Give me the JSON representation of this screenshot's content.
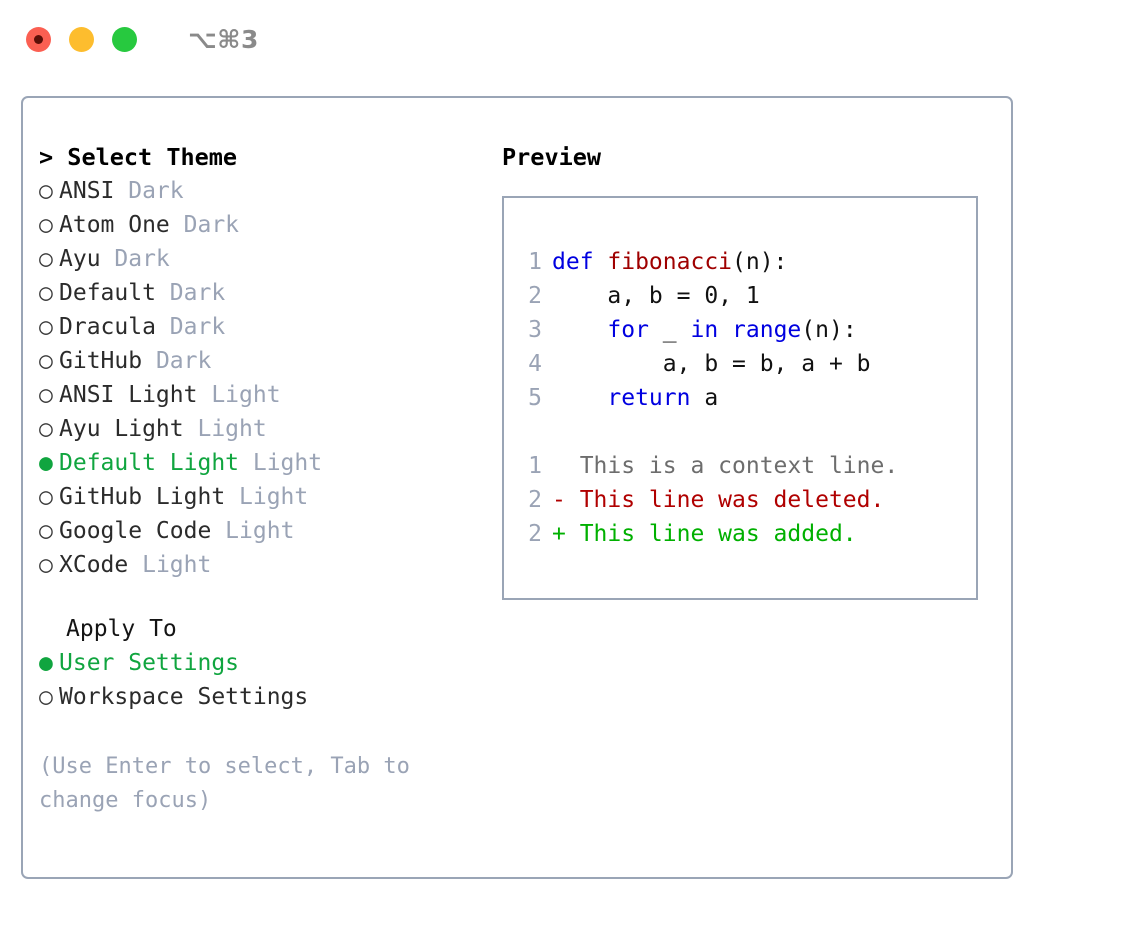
{
  "window": {
    "title": "⌥⌘3",
    "buttons": [
      "close",
      "minimize",
      "maximize"
    ]
  },
  "theme_section": {
    "header": "> Select Theme",
    "items": [
      {
        "bullet": "○",
        "name": "ANSI",
        "variant": "Dark",
        "selected": false
      },
      {
        "bullet": "○",
        "name": "Atom One",
        "variant": "Dark",
        "selected": false
      },
      {
        "bullet": "○",
        "name": "Ayu",
        "variant": "Dark",
        "selected": false
      },
      {
        "bullet": "○",
        "name": "Default",
        "variant": "Dark",
        "selected": false
      },
      {
        "bullet": "○",
        "name": "Dracula",
        "variant": "Dark",
        "selected": false
      },
      {
        "bullet": "○",
        "name": "GitHub",
        "variant": "Dark",
        "selected": false
      },
      {
        "bullet": "○",
        "name": "ANSI Light",
        "variant": "Light",
        "selected": false
      },
      {
        "bullet": "○",
        "name": "Ayu Light",
        "variant": "Light",
        "selected": false
      },
      {
        "bullet": "●",
        "name": "Default Light",
        "variant": "Light",
        "selected": true
      },
      {
        "bullet": "○",
        "name": "GitHub Light",
        "variant": "Light",
        "selected": false
      },
      {
        "bullet": "○",
        "name": "Google Code",
        "variant": "Light",
        "selected": false
      },
      {
        "bullet": "○",
        "name": "XCode",
        "variant": "Light",
        "selected": false
      }
    ]
  },
  "apply_section": {
    "header": "Apply To",
    "items": [
      {
        "bullet": "●",
        "label": "User Settings",
        "selected": true
      },
      {
        "bullet": "○",
        "label": "Workspace Settings",
        "selected": false
      }
    ]
  },
  "hint": {
    "line1": "(Use Enter to select, Tab to",
    "line2": "change focus)"
  },
  "preview": {
    "title": "Preview",
    "code_lines": [
      {
        "num": "1",
        "tokens": [
          {
            "t": "def ",
            "c": "kw"
          },
          {
            "t": "fibonacci",
            "c": "fn"
          },
          {
            "t": "(n):",
            "c": "plain"
          }
        ]
      },
      {
        "num": "2",
        "tokens": [
          {
            "t": "    a, b = 0, 1",
            "c": "plain"
          }
        ]
      },
      {
        "num": "3",
        "tokens": [
          {
            "t": "    ",
            "c": "plain"
          },
          {
            "t": "for",
            "c": "kw"
          },
          {
            "t": " _ ",
            "c": "plain"
          },
          {
            "t": "in",
            "c": "kw"
          },
          {
            "t": " ",
            "c": "plain"
          },
          {
            "t": "range",
            "c": "kw"
          },
          {
            "t": "(n):",
            "c": "plain"
          }
        ]
      },
      {
        "num": "4",
        "tokens": [
          {
            "t": "        a, b = b, a + b",
            "c": "plain"
          }
        ]
      },
      {
        "num": "5",
        "tokens": [
          {
            "t": "    ",
            "c": "plain"
          },
          {
            "t": "return",
            "c": "kw"
          },
          {
            "t": " a",
            "c": "plain"
          }
        ]
      }
    ],
    "diff_lines": [
      {
        "num": "1",
        "text": "  This is a context line.",
        "kind": "ctx"
      },
      {
        "num": "2",
        "text": "- This line was deleted.",
        "kind": "del"
      },
      {
        "num": "2",
        "text": "+ This line was added.",
        "kind": "add"
      }
    ]
  },
  "colors": {
    "accent_green": "#10a53f",
    "muted": "#9aa3b5",
    "border": "#9aa5b6",
    "keyword_blue": "#0000e0",
    "function_red": "#9f0000",
    "diff_deleted": "#b00000",
    "diff_added": "#00b000",
    "traffic_red": "#fb5f52",
    "traffic_yellow": "#fdbd2e",
    "traffic_green": "#27c93f"
  }
}
